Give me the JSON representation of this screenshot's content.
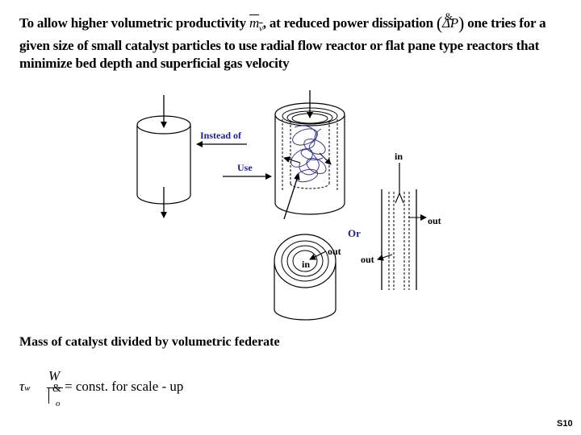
{
  "intro": {
    "part1": "To allow higher volumetric productivity",
    "m_symbol": "m",
    "m_subscript": "v",
    "part2": ", at reduced power dissipation",
    "power_open": "(",
    "power_amp": "&",
    "power_symbol": "ΔP",
    "power_close": ")",
    "part3": "one tries for a given size of small catalyst particles to use radial flow reactor or flat pane type reactors that minimize bed depth and superficial gas velocity"
  },
  "diagram": {
    "instead_of": "Instead of",
    "use": "Use",
    "or": "Or",
    "in_top": "in",
    "out_right": "out",
    "out_flat": "out",
    "out_ring": "out",
    "in_ring": "in",
    "or_color": "#1c1c9c",
    "label_color": "#1c1c9c"
  },
  "mass_text": "Mass of catalyst divided by volumetric federate",
  "formula": {
    "tau": "τ",
    "tau_sub": "w",
    "numerator": "W",
    "denominator_amp": "&",
    "denominator_sub": "o",
    "rhs": "= const. for scale - up"
  },
  "page_number": "S10"
}
